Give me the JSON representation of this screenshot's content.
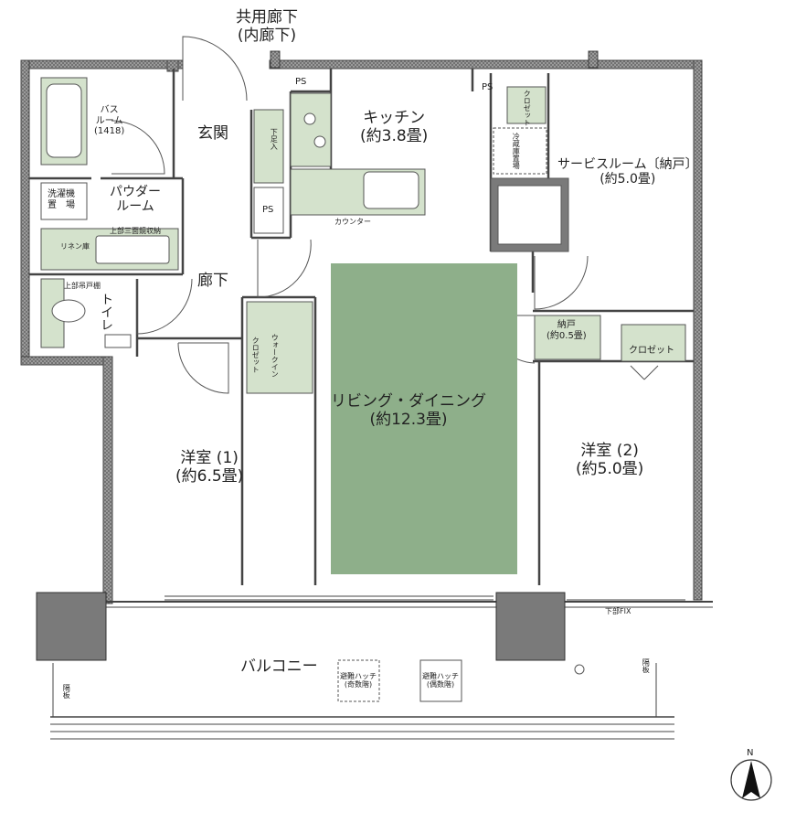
{
  "corridor": {
    "line1": "共用廊下",
    "line2": "(内廊下)"
  },
  "ps": "PS",
  "bath": {
    "line1": "バス",
    "line2": "ルーム",
    "line3": "(1418)"
  },
  "entrance": "玄関",
  "shoe": "下足入",
  "kitchen": {
    "name": "キッチン",
    "size": "(約3.8畳)"
  },
  "counter": "カウンター",
  "closet_small": "クロゼット",
  "fridge": "冷蔵庫置場",
  "service_room": {
    "name": "サービスルーム〔納戸〕",
    "size": "(約5.0畳)"
  },
  "washer": {
    "line1": "洗濯機",
    "line2": "置　場"
  },
  "powder": {
    "line1": "パウダー",
    "line2": "ルーム"
  },
  "shelf_note": "上部三面鏡収納",
  "linen": "リネン庫",
  "hallway": "廊下",
  "toilet_shelf": "上部吊戸棚",
  "toilet": "トイレ",
  "walkin": "ウォークイン",
  "closet": "クロゼット",
  "living": {
    "name": "リビング・ダイニング",
    "size": "(約12.3畳)"
  },
  "storage": {
    "name": "納戸",
    "size": "(約0.5畳)"
  },
  "closet2": "クロゼット",
  "room1": {
    "name": "洋室 (1)",
    "size": "(約6.5畳)"
  },
  "room2": {
    "name": "洋室 (2)",
    "size": "(約5.0畳)"
  },
  "balcony": "バルコニー",
  "fix_note": "下部FIX",
  "partition": "隔板",
  "hatch_odd": {
    "line1": "避難ハッチ",
    "line2": "(奇数階)"
  },
  "hatch_even": {
    "line1": "避難ハッチ",
    "line2": "(偶数階)"
  },
  "north": "N",
  "colors": {
    "wall": "#555555",
    "fixture": "#d4e2cc",
    "living_floor": "#8eaf8a",
    "pillar": "#7a7a7a"
  }
}
